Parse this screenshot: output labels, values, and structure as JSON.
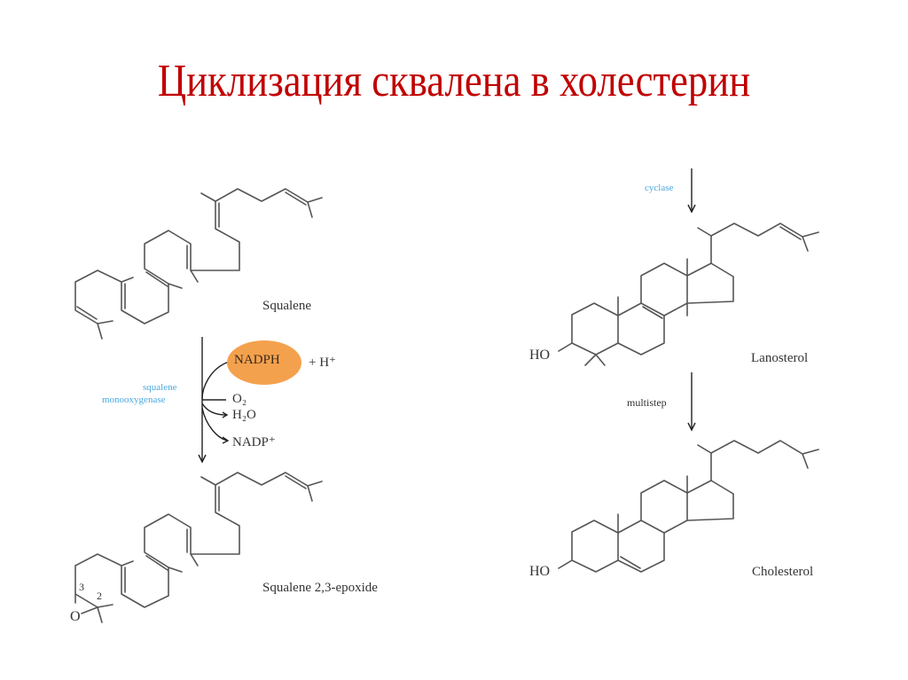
{
  "slide": {
    "title": "Циклизация сквалена в холестерин",
    "colors": {
      "title": "#c00000",
      "enzyme_label": "#4aa8e0",
      "nadph_fill": "#f4a14e",
      "bonds": "#555555"
    }
  },
  "compounds": {
    "squalene": "Squalene",
    "squalene_epoxide": "Squalene 2,3-epoxide",
    "lanosterol": "Lanosterol",
    "cholesterol": "Cholesterol"
  },
  "atoms": {
    "ho_lanosterol": "HO",
    "ho_cholesterol": "HO",
    "epoxide_o": "O",
    "locant_3": "3",
    "locant_2": "2"
  },
  "reaction1": {
    "enzyme_line1": "squalene",
    "enzyme_line2": "monooxygenase",
    "cofactor": "NADPH",
    "plus_h": "+ H⁺",
    "o2": "O₂",
    "h2o": "H₂O",
    "nadp": "NADP⁺"
  },
  "reaction2": {
    "enzyme": "cyclase"
  },
  "reaction3": {
    "label": "multistep"
  }
}
